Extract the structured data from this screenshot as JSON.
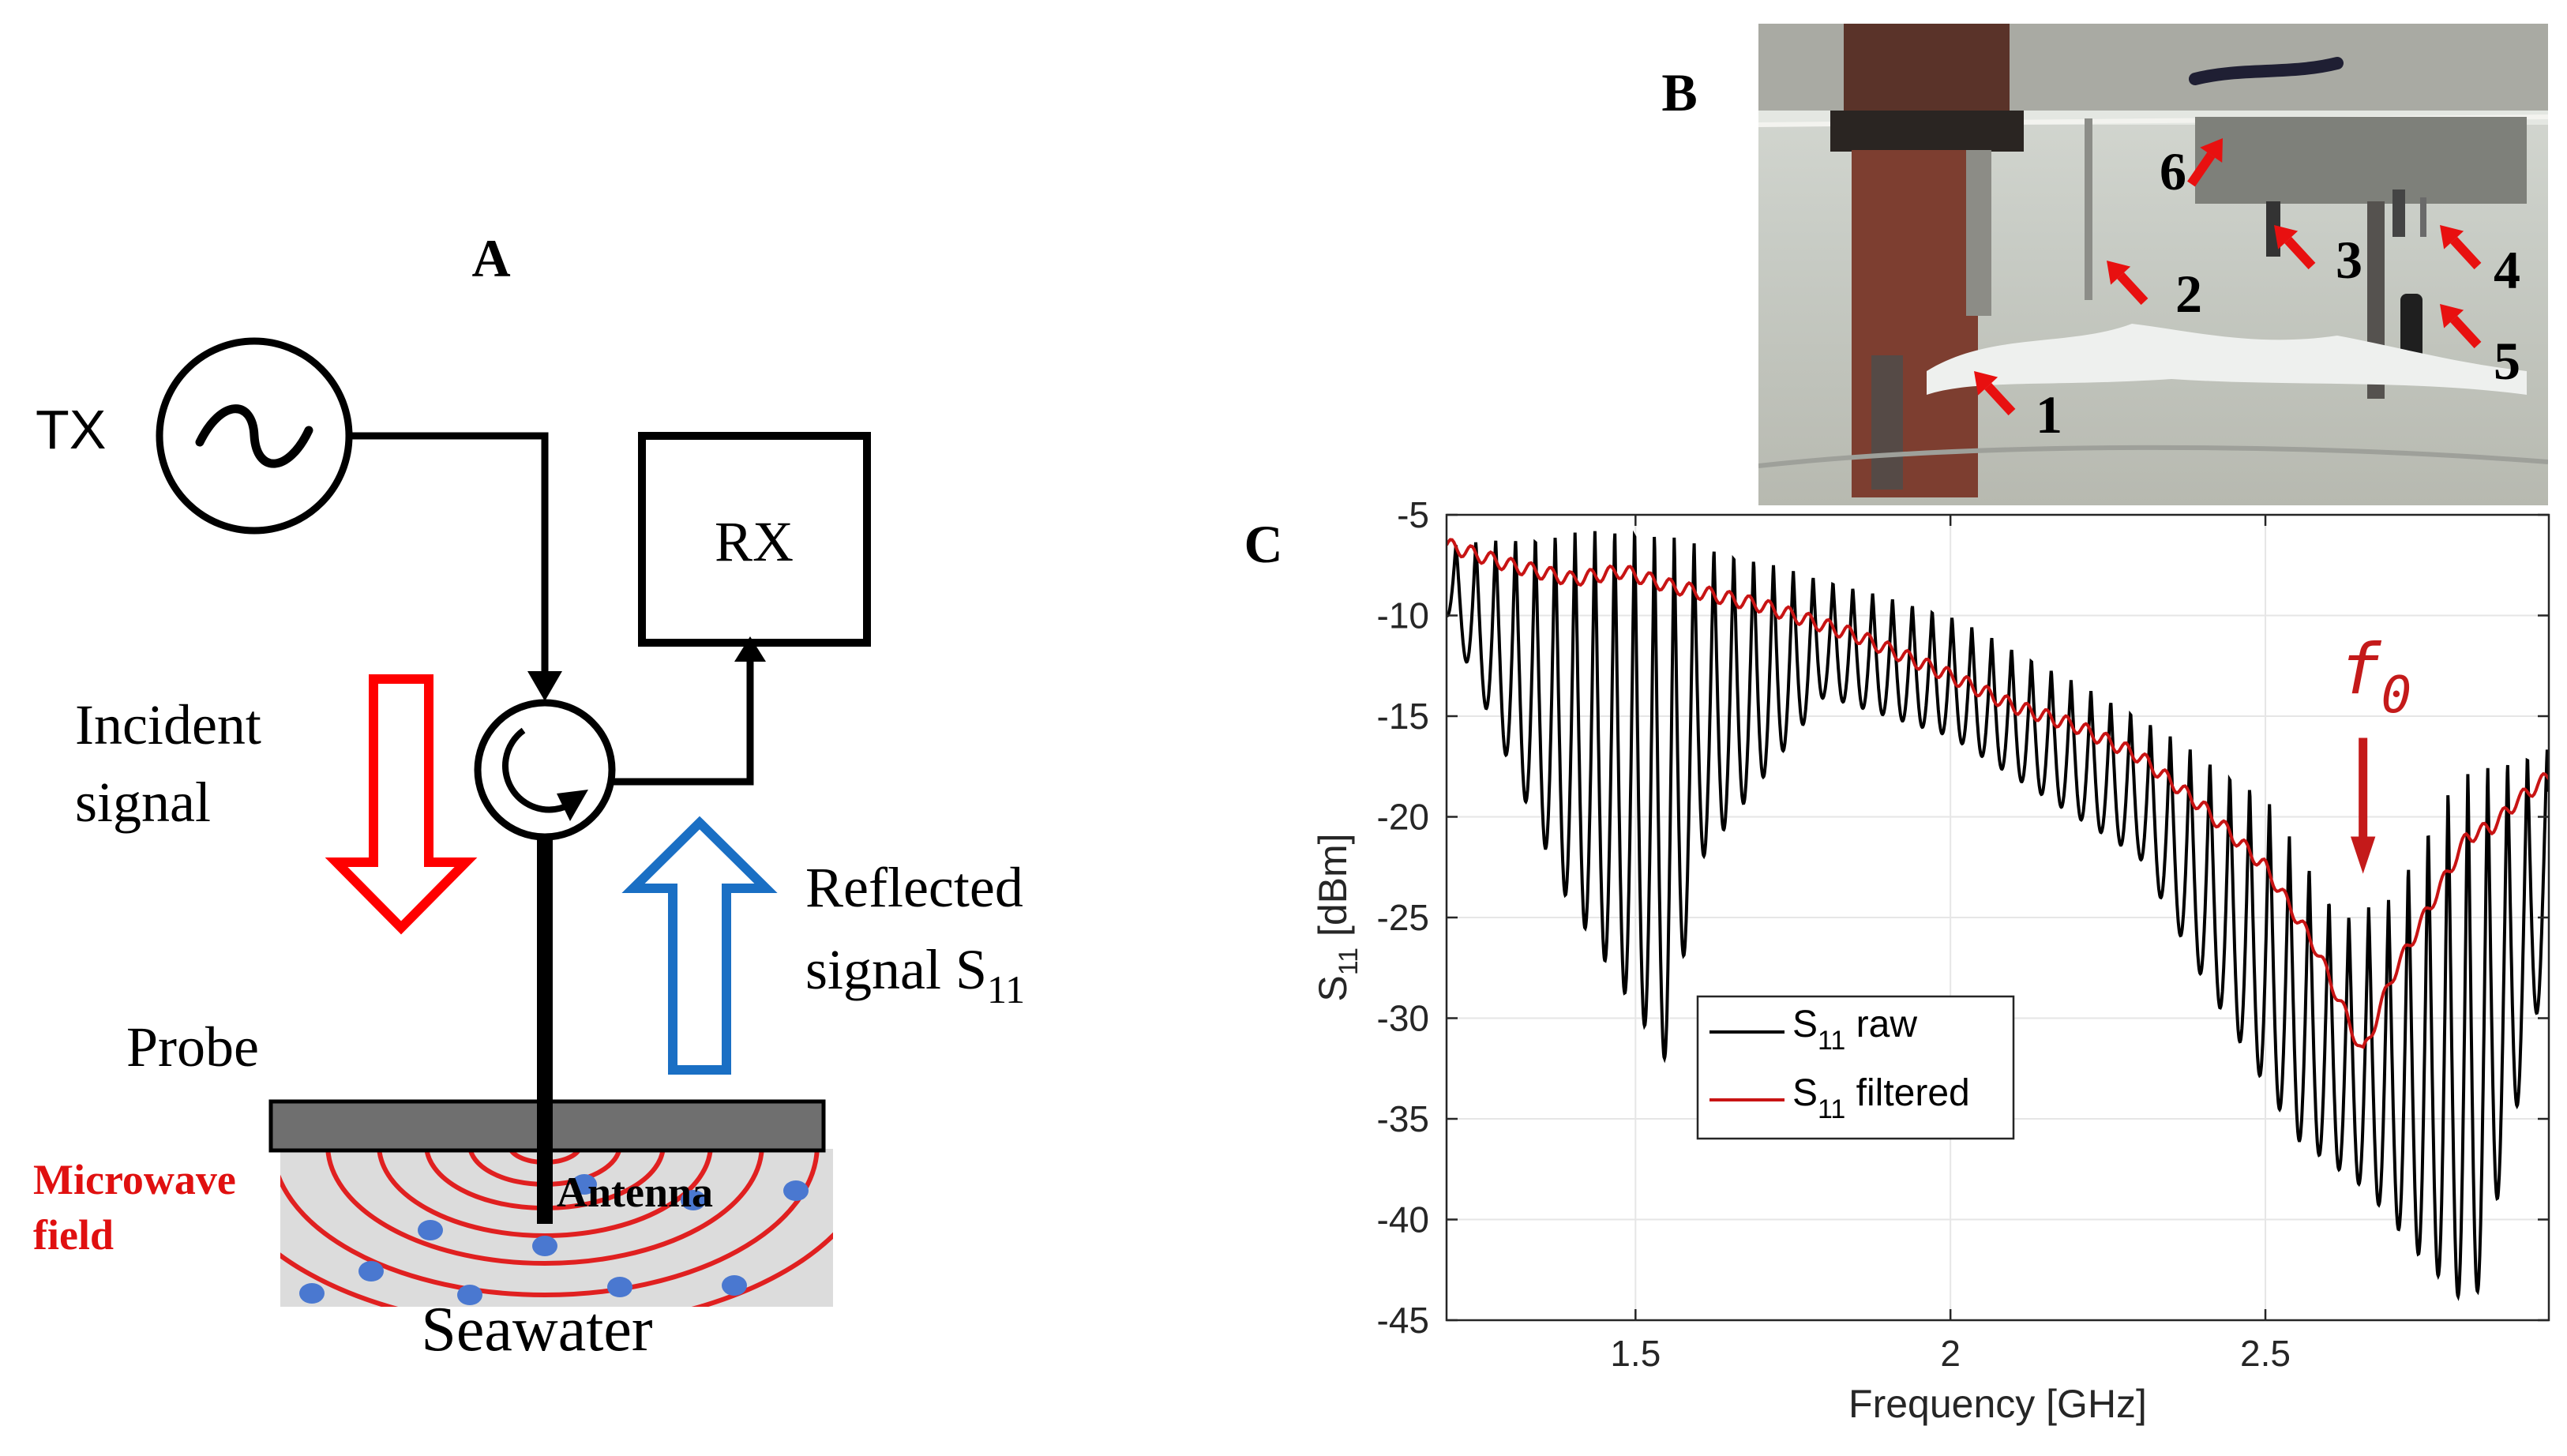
{
  "panel_a": {
    "label": "A",
    "tx_label": "TX",
    "rx_label": "RX",
    "incident_line1": "Incident",
    "incident_line2": "signal",
    "reflected_line1": "Reflected",
    "reflected_line2": "signal S",
    "reflected_sub": "11",
    "probe_label": "Probe",
    "microwave_line1": "Microwave",
    "microwave_line2": "field",
    "antenna_label": "Antenna",
    "seawater_label": "Seawater",
    "colors": {
      "incident_arrow": "#ff0000",
      "reflected_arrow": "#1a6fc4",
      "field_rings": "#e02020",
      "microwave_text": "#e01010",
      "probe_plate": "#6f6f6f",
      "seawater": "#dcdcdc",
      "dots": "#4a78d0"
    }
  },
  "panel_b": {
    "label": "B",
    "markers": [
      "1",
      "2",
      "3",
      "4",
      "5",
      "6"
    ],
    "arrow_color": "#e81010"
  },
  "panel_c": {
    "label": "C",
    "annotation": "f",
    "annotation_sub": "0",
    "annotation_color": "#c41a1a",
    "chart_data": {
      "type": "line",
      "xlabel": "Frequency [GHz]",
      "ylabel_main": "S",
      "ylabel_sub": "11",
      "ylabel_unit": " [dBm]",
      "xlim": [
        1.2,
        2.95
      ],
      "ylim": [
        -45,
        -5
      ],
      "xticks": [
        1.5,
        2,
        2.5
      ],
      "yticks": [
        -5,
        -10,
        -15,
        -20,
        -25,
        -30,
        -35,
        -40,
        -45
      ],
      "grid": true,
      "legend_position": "lower-left",
      "series": [
        {
          "name_main": "S",
          "name_sub": "11",
          "name_rest": " raw",
          "color": "#000000",
          "description": "oscillating",
          "peak_points": [
            [
              1.2,
              -6.5
            ],
            [
              1.5,
              -5.5
            ],
            [
              2.0,
              -10
            ],
            [
              2.3,
              -15
            ],
            [
              2.5,
              -19
            ],
            [
              2.62,
              -25
            ],
            [
              2.7,
              -24
            ],
            [
              2.8,
              -18
            ],
            [
              2.95,
              -16.5
            ]
          ],
          "trough_points": [
            [
              1.2,
              -10
            ],
            [
              1.39,
              -24
            ],
            [
              1.55,
              -32.2
            ],
            [
              1.6,
              -22.3
            ],
            [
              1.8,
              -14
            ],
            [
              2.0,
              -16
            ],
            [
              2.3,
              -22
            ],
            [
              2.4,
              -28
            ],
            [
              2.55,
              -36
            ],
            [
              2.66,
              -38.5
            ],
            [
              2.75,
              -42
            ],
            [
              2.83,
              -44.6
            ],
            [
              2.95,
              -27
            ]
          ]
        },
        {
          "name_main": "S",
          "name_sub": "11",
          "name_rest": " filtered",
          "color": "#c81414",
          "points": [
            [
              1.2,
              -6.5
            ],
            [
              1.3,
              -7.5
            ],
            [
              1.4,
              -8.2
            ],
            [
              1.48,
              -7.8
            ],
            [
              1.55,
              -8.5
            ],
            [
              1.7,
              -9.5
            ],
            [
              1.85,
              -11
            ],
            [
              2.0,
              -13
            ],
            [
              2.1,
              -14.5
            ],
            [
              2.2,
              -15.5
            ],
            [
              2.3,
              -17
            ],
            [
              2.4,
              -19.5
            ],
            [
              2.5,
              -22.5
            ],
            [
              2.58,
              -26.5
            ],
            [
              2.63,
              -30
            ],
            [
              2.655,
              -31.8
            ],
            [
              2.7,
              -28
            ],
            [
              2.76,
              -24.5
            ],
            [
              2.82,
              -21
            ],
            [
              2.86,
              -20.5
            ],
            [
              2.9,
              -19.2
            ],
            [
              2.95,
              -18
            ]
          ]
        }
      ],
      "annotation_x": 2.655
    }
  }
}
